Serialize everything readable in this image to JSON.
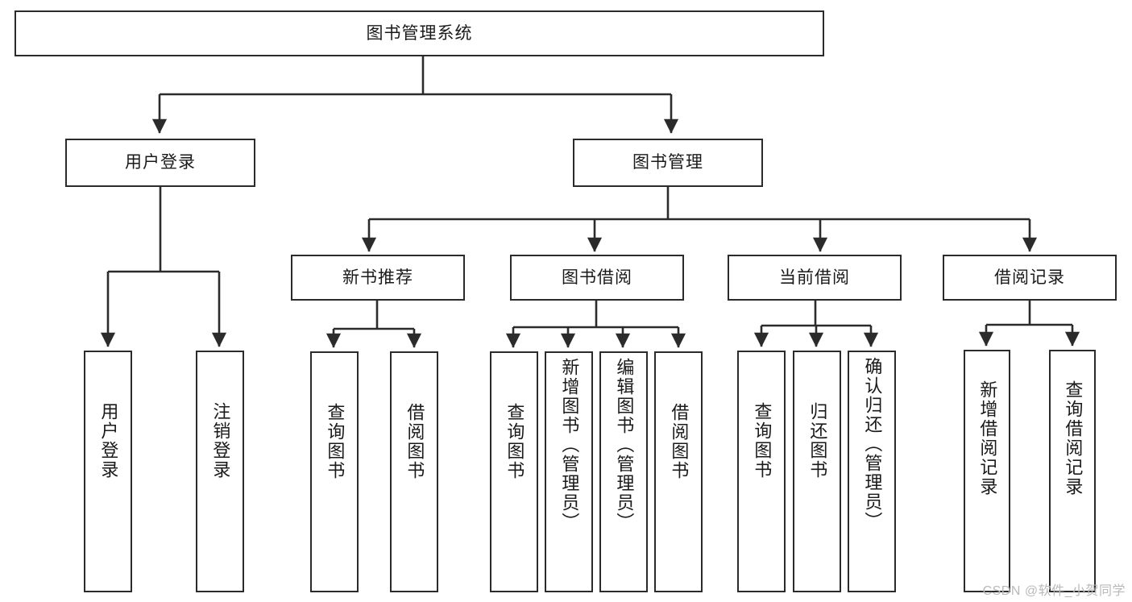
{
  "diagram": {
    "title": "图书管理系统",
    "watermark": "CSDN @软件_小贺同学",
    "line_color": "#2b2b2b",
    "box_fill": "#ffffff",
    "text_color": "#1a1a1a",
    "watermark_color": "#b9b9b9"
  },
  "nodes": {
    "root": "图书管理系统",
    "level2": {
      "user_login": "用户登录",
      "book_manage": "图书管理"
    },
    "level3": {
      "new_book_rec": "新书推荐",
      "book_borrow": "图书借阅",
      "current_borrow": "当前借阅",
      "borrow_record": "借阅记录"
    },
    "leaves": {
      "user_login_children": [
        "用户登录",
        "注销登录"
      ],
      "new_book_rec_children": [
        "查询图书",
        "借阅图书"
      ],
      "book_borrow_children": [
        "查询图书",
        "新增图书（管理员）",
        "编辑图书（管理员）",
        "借阅图书"
      ],
      "current_borrow_children": [
        "查询图书",
        "归还图书",
        "确认归还（管理员）"
      ],
      "borrow_record_children": [
        "新增借阅记录",
        "查询借阅记录"
      ]
    }
  }
}
